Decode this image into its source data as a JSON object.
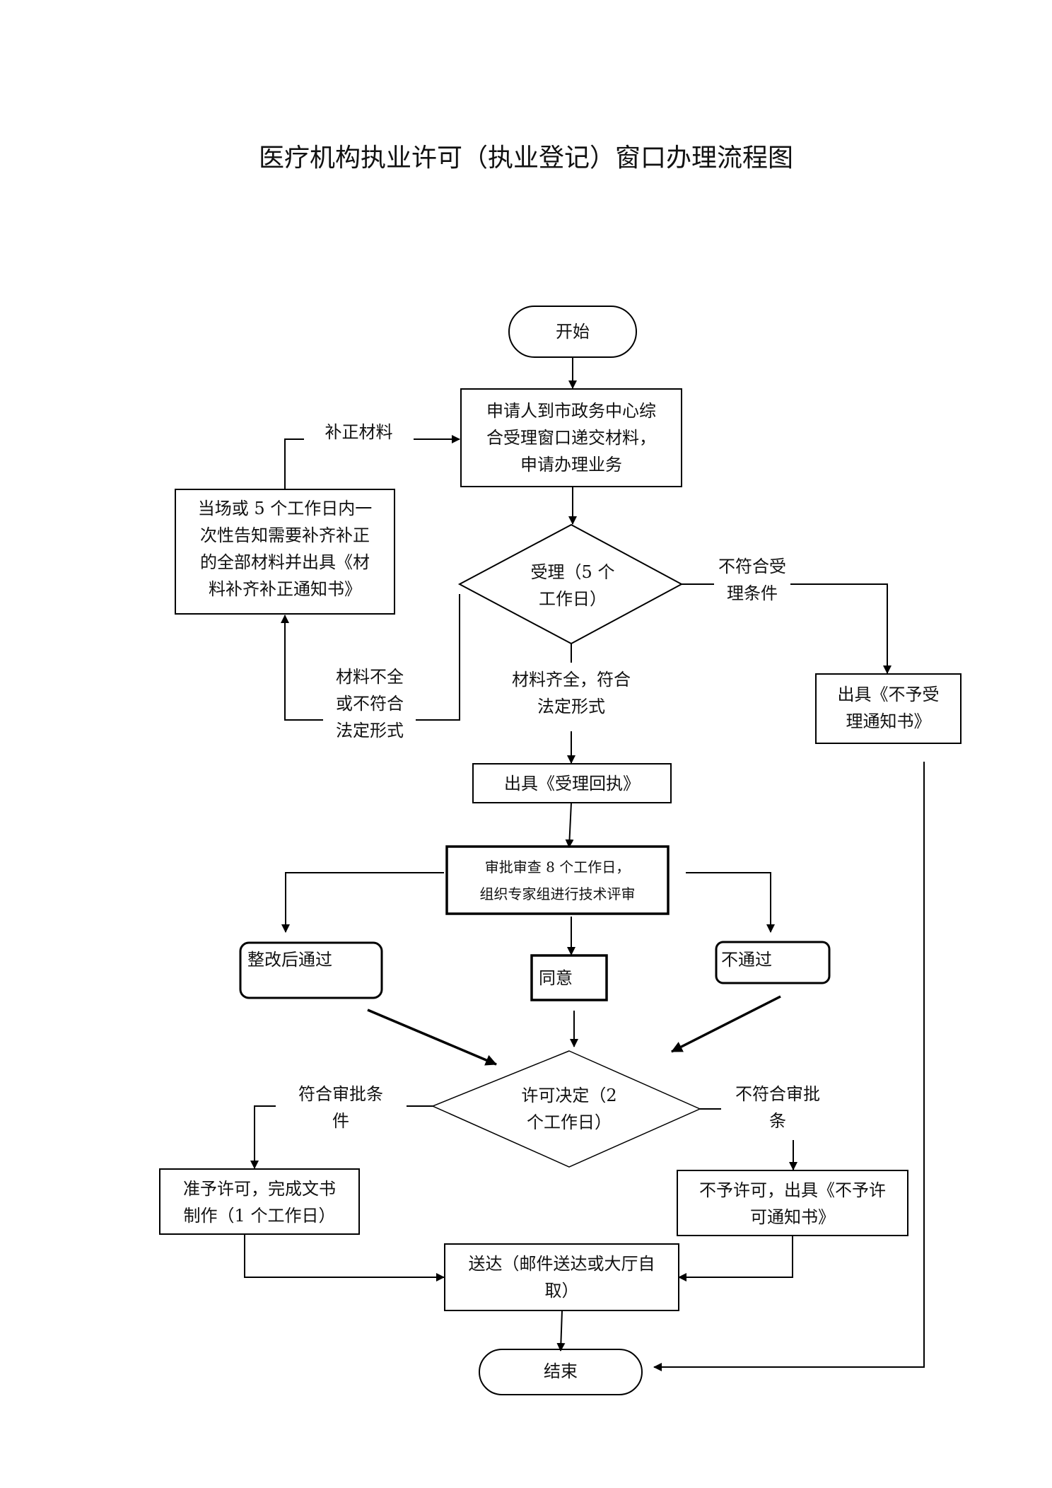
{
  "title": "医疗机构执业许可（执业登记）窗口办理流程图",
  "nodes": {
    "start": "开始",
    "submit": "申请人到市政务中心综\n合受理窗口递交材料，\n申请办理业务",
    "supplement_notice": "当场或 5 个工作日内一\n次性告知需要补齐补正\n的全部材料并出具《材\n料补齐补正通知书》",
    "accept_decision": "受理（5 个\n工作日）",
    "reject_notice": "出具《不予受\n理通知书》",
    "receipt": "出具《受理回执》",
    "review": "审批审查 8 个工作日，\n组织专家组进行技术评审",
    "pass_after_fix": "整改后通过",
    "agree": "同意",
    "fail": "不通过",
    "license_decision": "许可决定（2\n个工作日）",
    "grant": "准予许可，完成文书\n制作（1 个工作日）",
    "deny": "不予许可，出具《不予许\n可通知书》",
    "deliver": "送达（邮件送达或大厅自\n取）",
    "end": "结束"
  },
  "edge_labels": {
    "supplement": "补正材料",
    "incomplete": "材料不全\n或不符合\n法定形式",
    "complete": "材料齐全，符合\n法定形式",
    "not_acceptable": "不符合受\n理条件",
    "meets_conditions": "符合审批条\n件",
    "not_meets_conditions": "不符合审批\n条"
  }
}
